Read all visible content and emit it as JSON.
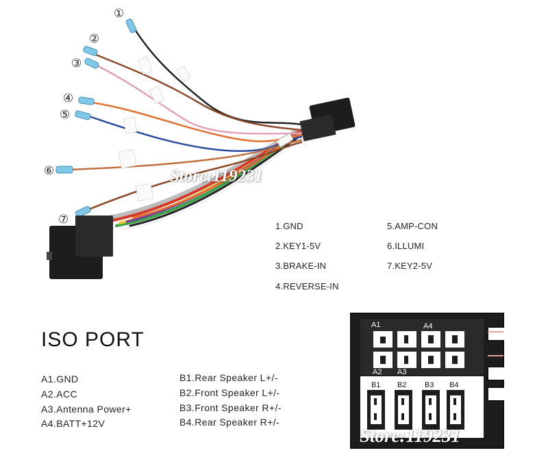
{
  "wire_numbers": [
    "①",
    "②",
    "③",
    "④",
    "⑤",
    "⑥",
    "⑦"
  ],
  "wire_functions": {
    "left": [
      "1.GND",
      "2.KEY1-5V",
      "3.BRAKE-IN",
      "4.REVERSE-IN"
    ],
    "right": [
      "5.AMP-CON",
      "6.ILLUMI",
      "7.KEY2-5V"
    ]
  },
  "iso_port": {
    "title": "ISO PORT",
    "a_pins": [
      "A1.GND",
      "A2.ACC",
      "A3.Antenna Power+",
      "A4.BATT+12V"
    ],
    "b_pins": [
      "B1.Rear Speaker L+/-",
      "B2.Front Speaker L+/-",
      "B3.Front Speaker R+/-",
      "B4.Rear Speaker R+/-"
    ],
    "connector_labels": {
      "a1": "A1",
      "a2": "A2",
      "a3": "A3",
      "a4": "A4",
      "b1": "B1",
      "b2": "B2",
      "b3": "B3",
      "b4": "B4"
    }
  },
  "watermark": "Store:119231",
  "colors": {
    "connector": "#1d1d1d",
    "cap": "#7fc8e8",
    "brown": "#8a4a2a",
    "pink": "#e0a0b8",
    "orange": "#e07030",
    "blue": "#2a4aa0"
  }
}
